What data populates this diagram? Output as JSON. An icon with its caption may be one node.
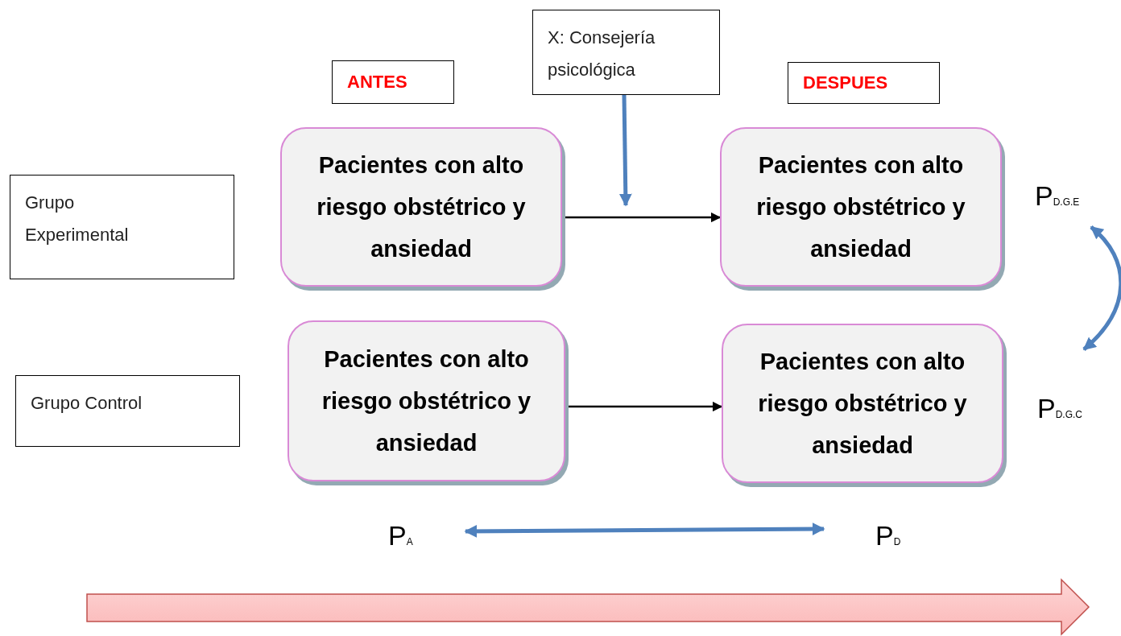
{
  "diagram": {
    "nodes": [
      {
        "text": [
          "Grupo Experimental"
        ]
      },
      {
        "text": [
          "Grupo Control"
        ]
      },
      {
        "text": [
          "ANTES"
        ]
      },
      {
        "text": [
          "X: Consejería psicológica"
        ]
      },
      {
        "text": [
          "DESPUES"
        ]
      },
      {
        "text": [
          "Pacientes con alto riesgo obstétrico y ansiedad"
        ]
      },
      {
        "text": [
          "Pacientes con alto riesgo obstétrico y ansiedad"
        ]
      },
      {
        "text": [
          "Pacientes con alto riesgo obstétrico y ansiedad"
        ]
      },
      {
        "text": [
          "Pacientes con alto riesgo obstétrico y ansiedad"
        ]
      },
      {
        "text": [
          "P$_{D.G.E}$"
        ]
      },
      {
        "text": [
          "P$_{D.G.C}$"
        ]
      },
      {
        "text": [
          "P$_{A}$"
        ]
      },
      {
        "text": [
          "P$_{D}$"
        ]
      }
    ],
    "edges": [
      {
        "from": 5,
        "to": 6,
        "arrow": "to",
        "color": "#000000"
      },
      {
        "from": 7,
        "to": 8,
        "arrow": "to",
        "color": "#000000"
      },
      {
        "from": 3,
        "to": null,
        "arrow": "to"
      },
      {
        "from": 9,
        "to": 10,
        "arrow": "both"
      },
      {
        "from": 11,
        "to": 12,
        "arrow": "both"
      }
    ]
  }
}
